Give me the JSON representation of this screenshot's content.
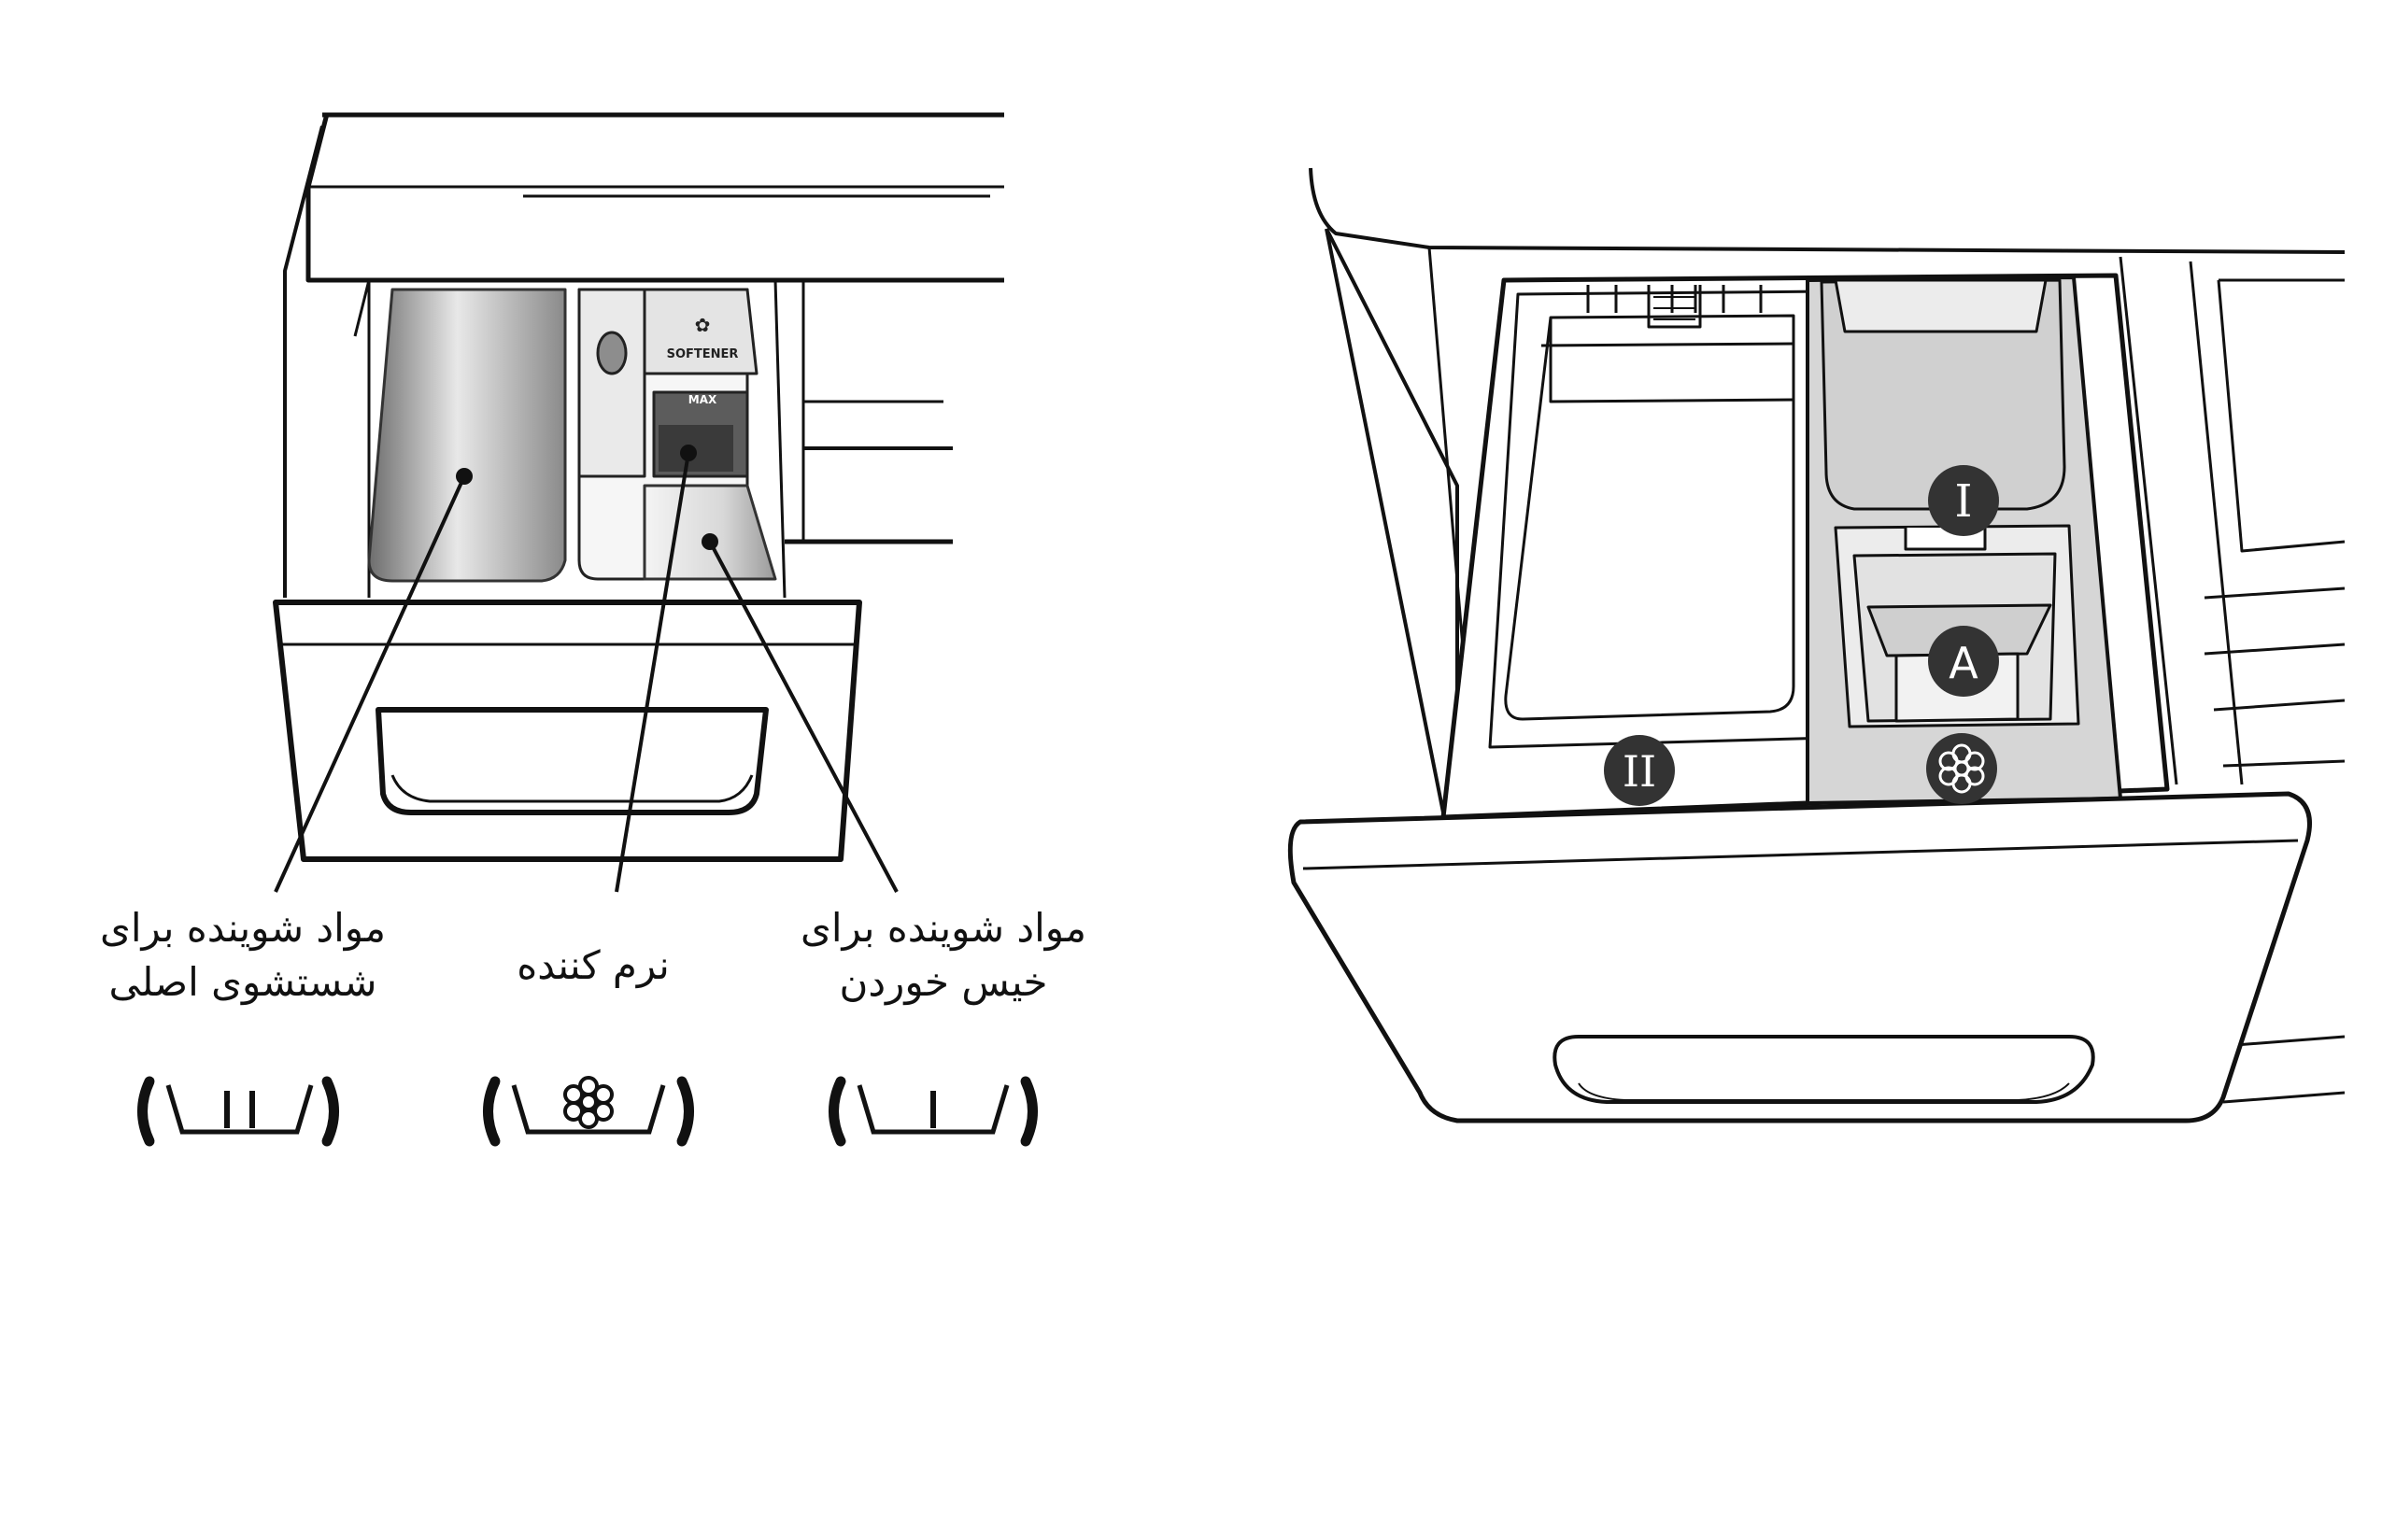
{
  "left_diagram": {
    "softener_text": "SOFTENER",
    "max_text": "MAX",
    "labels": {
      "main_wash": {
        "line1": "مواد شوینده برای",
        "line2": "شستشوی اصلی"
      },
      "softener": {
        "line1": "نرم کننده"
      },
      "prewash": {
        "line1": "مواد شوینده برای",
        "line2": "خیس خوردن"
      }
    },
    "symbols": {
      "main_wash": "main-wash-tub-symbol",
      "softener": "softener-flower-tub-symbol",
      "prewash": "prewash-tub-symbol"
    }
  },
  "right_diagram": {
    "badges": {
      "compartment_i": "I",
      "compartment_a": "A",
      "compartment_ii": "II",
      "softener_flower": "flower-icon"
    }
  },
  "colors": {
    "line": "#111111",
    "compartment_fill": "#d6d6d6",
    "badge_fill": "#333333"
  }
}
